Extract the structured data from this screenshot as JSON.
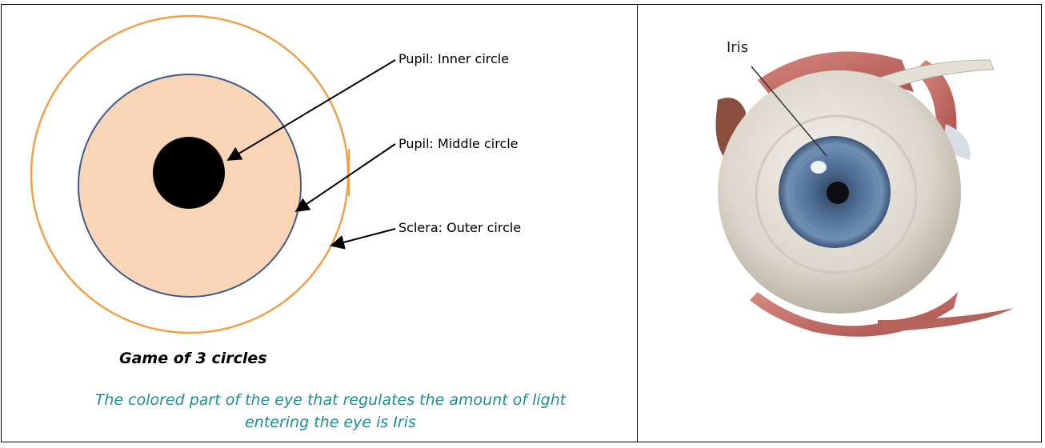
{
  "diagram": {
    "labels": {
      "inner": "Pupil: Inner circle",
      "middle": "Pupil: Middle circle",
      "outer": "Sclera: Outer circle"
    },
    "caption_title": "Game of 3 circles",
    "caption_text": "The colored part of the eye that regulates the amount of light entering the eye is Iris"
  },
  "photo": {
    "label": "Iris"
  },
  "colors": {
    "outer_ring": "#f0a04b",
    "middle_fill": "#f9d5b8",
    "middle_stroke": "#3d5a8a",
    "inner_fill": "#000000",
    "caption_text": "#1a8f8f"
  }
}
